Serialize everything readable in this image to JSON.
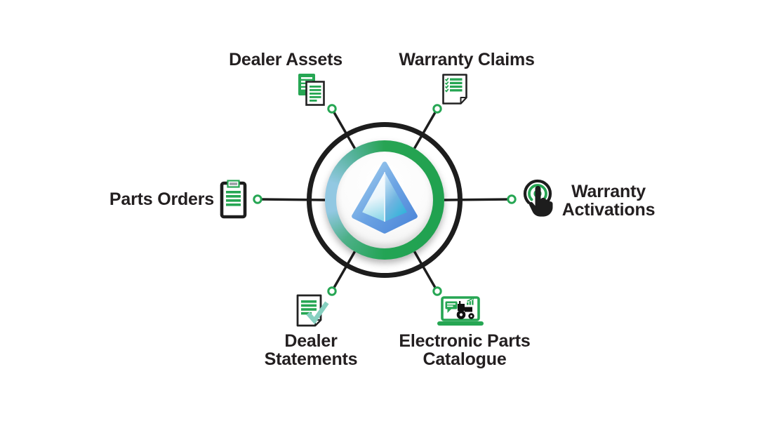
{
  "diagram": {
    "title": "dealer-portal-services-hub",
    "center": {
      "logo": "prism-logo"
    },
    "nodes": [
      {
        "id": "dealer-assets",
        "label": "Dealer Assets",
        "icon": "documents-pair-icon",
        "position": "top-left"
      },
      {
        "id": "warranty-claims",
        "label": "Warranty Claims",
        "icon": "claim-checklist-document-icon",
        "position": "top-right"
      },
      {
        "id": "parts-orders",
        "label": "Parts Orders",
        "icon": "clipboard-icon",
        "position": "left"
      },
      {
        "id": "warranty-activations",
        "line1": "Warranty",
        "line2": "Activations",
        "icon": "tap-hand-icon",
        "position": "right"
      },
      {
        "id": "dealer-statements",
        "line1": "Dealer",
        "line2": "Statements",
        "icon": "statement-check-document-icon",
        "position": "bottom-left"
      },
      {
        "id": "electronic-parts-catalogue",
        "line1": "Electronic Parts",
        "line2": "Catalogue",
        "icon": "parts-catalogue-laptop-icon",
        "position": "bottom-right"
      }
    ],
    "colors": {
      "accent_green": "#26a653",
      "line_black": "#1d1d1d",
      "text": "#231f20",
      "ring_blue": "#92c8e2",
      "teal_check": "#86d0c0",
      "logo_blue": "#4a84d8",
      "logo_cyan": "#2fb4da"
    }
  }
}
